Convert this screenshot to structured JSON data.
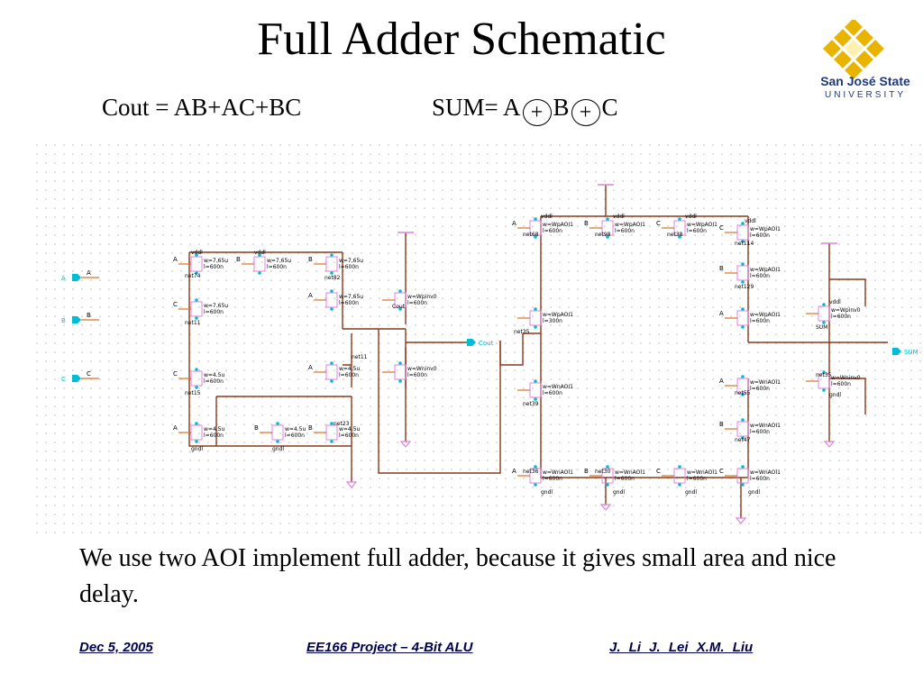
{
  "slide": {
    "title": "Full Adder Schematic",
    "cout_equation": "Cout = AB+AC+BC",
    "sum_equation": {
      "prefix": "SUM= A",
      "xor_symbol": "+",
      "middle": "B",
      "suffix": "C"
    },
    "description": "We use two AOI implement full adder, because it gives small area and nice delay."
  },
  "logo": {
    "name": "San José State",
    "sub": "UNIVERSITY",
    "colors": {
      "gold": "#e8b400",
      "navy": "#1f3a7a"
    }
  },
  "footer": {
    "date": "Dec 5, 2005",
    "project": "EE166 Project – 4-Bit ALU",
    "authors": "J. Li  J. Lei  X.M. Liu"
  },
  "schematic": {
    "colors": {
      "wire": "#8b3a1a",
      "pin": "#e07020",
      "label": "#000000",
      "terminal": "#00bcd4",
      "supply": "#e080e0"
    },
    "inputs": [
      "A",
      "B",
      "C"
    ],
    "outputs": [
      "Cout",
      "SUM"
    ],
    "supply_label": "vddl",
    "ground_label": "gndl",
    "net_labels": [
      "net74",
      "net11",
      "net15",
      "net82",
      "net23",
      "net11",
      "Cout",
      "net68",
      "net98",
      "net38",
      "net114",
      "net129",
      "net35",
      "net39",
      "net55",
      "net47",
      "net36",
      "net30",
      "SUM",
      "net35"
    ],
    "cout_stage": {
      "pmos": [
        {
          "gate": "A",
          "w": "w=7.65u",
          "l": "l=600n"
        },
        {
          "gate": "B",
          "w": "w=7.65u",
          "l": "l=600n"
        },
        {
          "gate": "B",
          "w": "w=7.65u",
          "l": "l=600n"
        },
        {
          "gate": "C",
          "w": "w=7.65u",
          "l": "l=600n"
        },
        {
          "gate": "A",
          "w": "w=7.65u",
          "l": "l=600n"
        }
      ],
      "nmos": [
        {
          "gate": "C",
          "w": "w=4.5u",
          "l": "l=600n"
        },
        {
          "gate": "A",
          "w": "w=4.5u",
          "l": "l=600n"
        },
        {
          "gate": "A",
          "w": "w=4.5u",
          "l": "l=600n"
        },
        {
          "gate": "B",
          "w": "w=4.5u",
          "l": "l=600n"
        },
        {
          "gate": "B",
          "w": "w=4.5u",
          "l": "l=600n"
        }
      ],
      "inverter": {
        "p_w": "w=Wpinv0",
        "n_w": "w=Wninv0"
      }
    },
    "sum_stage": {
      "pmos": [
        {
          "gate": "A",
          "w": "w=WpAOI1",
          "l": "l=600n"
        },
        {
          "gate": "B",
          "w": "w=WpAOI1",
          "l": "l=600n"
        },
        {
          "gate": "C",
          "w": "w=WpAOI1",
          "l": "l=600n"
        },
        {
          "gate": "C",
          "w": "w=WpAOI1",
          "l": "l=600n"
        },
        {
          "gate": "B",
          "w": "w=WpAOI1",
          "l": "l=600n"
        },
        {
          "gate": "A",
          "w": "w=WpAOI1",
          "l": "l=600n"
        }
      ],
      "nmos": [
        {
          "gate": "A",
          "w": "w=WnAOI1",
          "l": "l=600n"
        },
        {
          "gate": "B",
          "w": "w=WnAOI1",
          "l": "l=600n"
        },
        {
          "gate": "A",
          "w": "w=WnAOI1",
          "l": "l=600n"
        },
        {
          "gate": "B",
          "w": "w=WnAOI1",
          "l": "l=600n"
        },
        {
          "gate": "C",
          "w": "w=WnAOI1",
          "l": "l=600n"
        },
        {
          "gate": "C",
          "w": "w=WnAOI1",
          "l": "l=600n"
        }
      ],
      "mid_pmos": {
        "w": "w=WpAOI1",
        "l": "l=300n"
      },
      "mid_nmos": {
        "w": "w=WnAOI1",
        "l": "l=600n"
      },
      "inverter": {
        "p_w": "w=Wpinv0",
        "n_w": "w=Wninv0"
      }
    }
  }
}
